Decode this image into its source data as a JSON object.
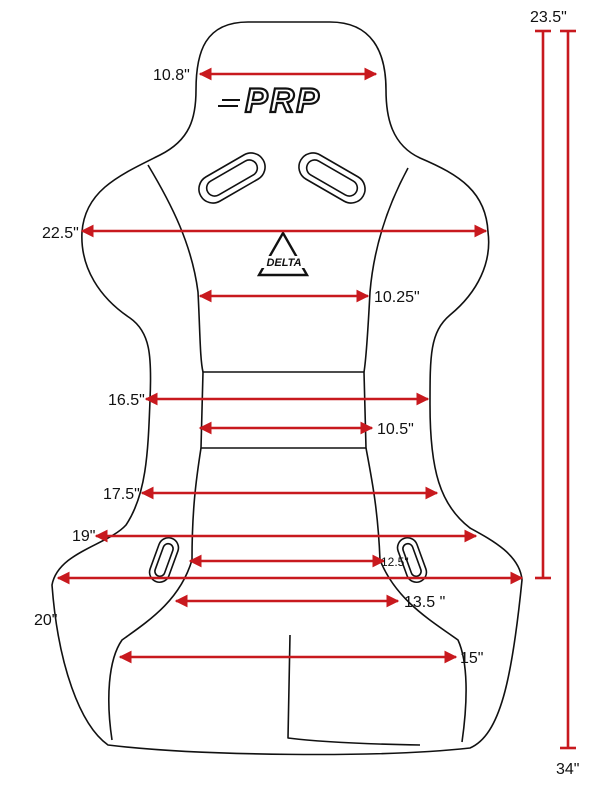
{
  "brand": {
    "logo_text": "PRP",
    "sub_logo_text": "DELTA"
  },
  "colors": {
    "outline": "#111111",
    "dimension": "#c8191e",
    "text": "#111111",
    "background": "#ffffff"
  },
  "dimensions": {
    "head_width": "10.8\"",
    "shoulder_width": "22.5\"",
    "upper_back_width": "10.25\"",
    "mid_back_outer": "16.5\"",
    "mid_back_inner": "10.5\"",
    "lower_back_outer": "17.5\"",
    "hip_outer": "19\"",
    "hip_inner": "12.5\"",
    "seat_outer": "20\"",
    "seat_inner": "13.5 \"",
    "thigh_width": "15\"",
    "back_height": "23.5\"",
    "total_height": "34\""
  }
}
